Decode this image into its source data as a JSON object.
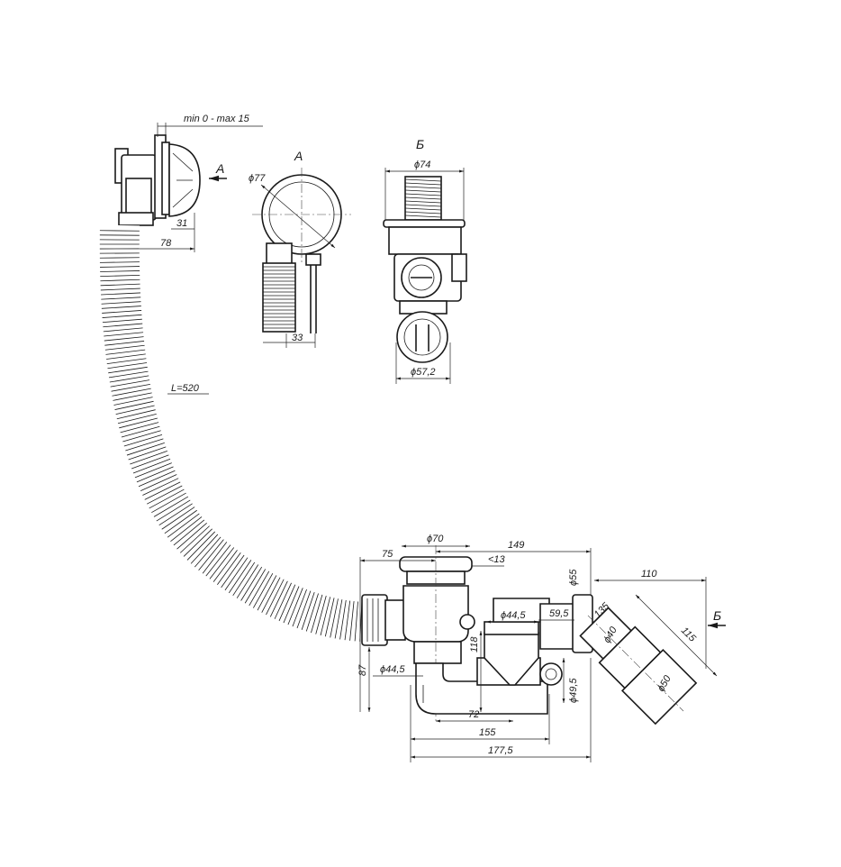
{
  "views": {
    "view_a": "А",
    "view_b": "Б"
  },
  "markers": {
    "arrow_a": "А",
    "arrow_b": "Б"
  },
  "dims": {
    "overflow_range": "min 0 - max 15",
    "d31": "31",
    "d78": "78",
    "d77": "ϕ77",
    "d33": "33",
    "d74": "ϕ74",
    "d57": "ϕ57,2",
    "hose_len": "L=520",
    "d70": "ϕ70",
    "d75": "75",
    "d149": "149",
    "d13": "<13",
    "d55": "ϕ55",
    "d110": "110",
    "d44a": "ϕ44,5",
    "d595": "59,5",
    "d135": "135",
    "d40": "ϕ40",
    "d115": "115",
    "d87": "87",
    "d44b": "ϕ44,5",
    "d118": "118",
    "d495": "ϕ49,5",
    "d50": "ϕ50",
    "d72": "72",
    "d155": "155",
    "d1775": "177,5"
  }
}
